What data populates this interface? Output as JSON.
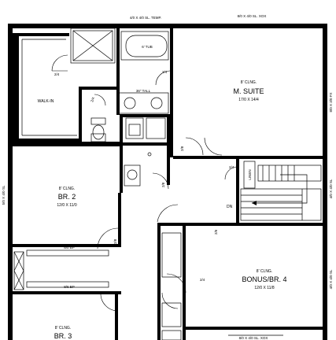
{
  "rooms": {
    "walkin": {
      "name": "WALK-IN"
    },
    "master": {
      "ceiling": "8' CLNG.",
      "name": "M. SUITE",
      "dims": "17/0 X 14/4"
    },
    "br2": {
      "ceiling": "8' CLNG.",
      "name": "BR. 2",
      "dims": "12/0 X 11/0"
    },
    "bonus": {
      "ceiling": "8' CLNG.",
      "name": "BONUS/BR. 4",
      "dims": "12/0 X 11/8"
    },
    "br3": {
      "ceiling": "8' CLNG.",
      "name": "BR. 3"
    }
  },
  "fixtures": {
    "tub": "6' TUB",
    "vanity": "36\" TALL",
    "linen": "LINEN",
    "stair_dn": "DN",
    "shelf_top": "8/0 BP",
    "shelf_bottom": "8/6 BP"
  },
  "windows": {
    "top_left": "4/0 X 4/0 SL. TEMP.",
    "top_right": "8/0 X 4/0 SL. XOX",
    "right_upper": "8/0 X 3/0 FX",
    "right_mid": "4/0 X 4/0 SL",
    "right_lower": "4/0 X 4/0 SL",
    "left": "5/0 X 4/0 SL",
    "bottom": "8/0 X 4/0 SL. XOX"
  },
  "doors": {
    "walkin": "2/4",
    "master_bath": "2/4",
    "wc": "2/4",
    "master_entry": "2/8",
    "bath_entry": "2/8",
    "linen": "2/4",
    "br2": "2/8",
    "bonus": "2/6",
    "bonus_closet": "2/4"
  }
}
